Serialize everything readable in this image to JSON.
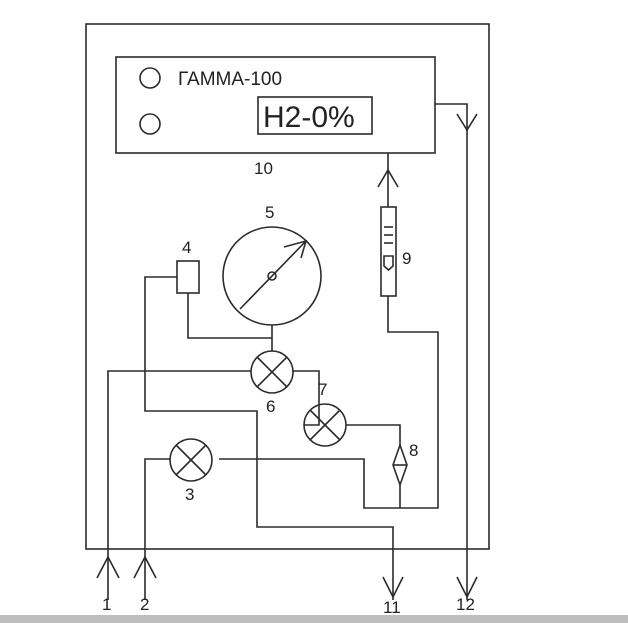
{
  "diagram": {
    "device": {
      "name": "ГАММА-100",
      "readout": "H2-0%",
      "label": "10"
    },
    "components": {
      "valve_3": "3",
      "sensor_4": "4",
      "gauge_5": "5",
      "valve_6": "6",
      "valve_7": "7",
      "filter_8": "8",
      "flowmeter_9": "9"
    },
    "ports": {
      "inlet_1": "1",
      "inlet_2": "2",
      "outlet_11": "11",
      "outlet_12": "12"
    }
  }
}
